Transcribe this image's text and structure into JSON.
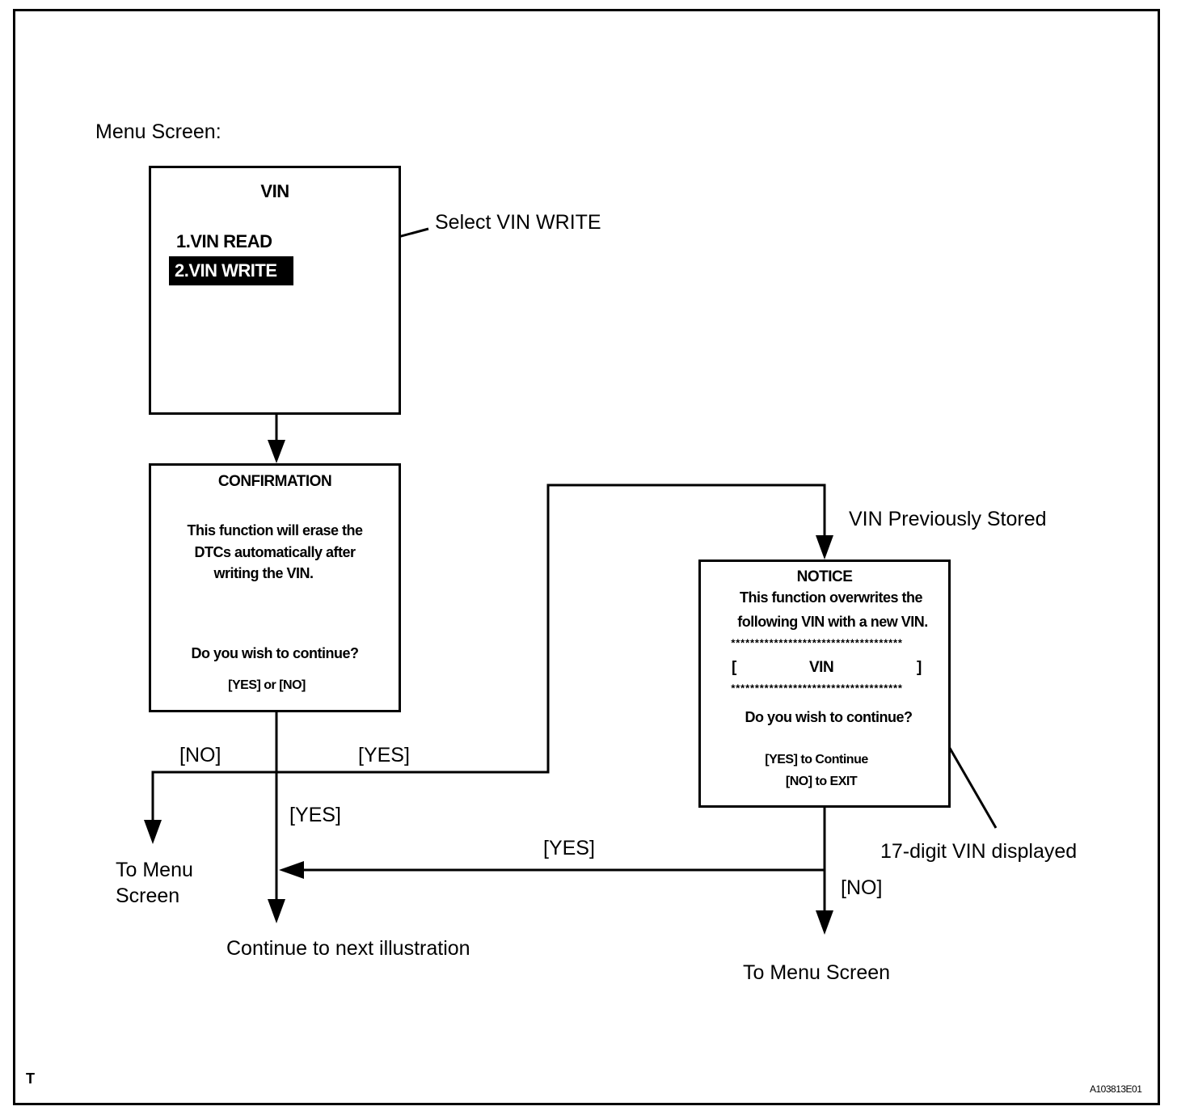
{
  "menu_label": "Menu Screen:",
  "vin_screen": {
    "title": "VIN",
    "item1": "1.VIN READ",
    "item2": "2.VIN WRITE"
  },
  "callout_select": "Select VIN WRITE",
  "confirmation": {
    "title": "CONFIRMATION",
    "line1": "This function will erase the",
    "line2": "DTCs automatically after",
    "line3": "writing the VIN.",
    "question": "Do you wish to continue?",
    "options": "[YES] or [NO]"
  },
  "vin_previously_stored": "VIN Previously Stored",
  "notice": {
    "title": "NOTICE",
    "line1": "This function overwrites the",
    "line2": "following VIN with a new VIN.",
    "stars": "************************************",
    "bracket_open": "[",
    "vin": "VIN",
    "bracket_close": "]",
    "question": "Do you wish to continue?",
    "yes_option": "[YES] to Continue",
    "no_option": "[NO] to EXIT"
  },
  "labels": {
    "no_left": "[NO]",
    "yes_top": "[YES]",
    "yes_down": "[YES]",
    "yes_return": "[YES]",
    "no_right": "[NO]"
  },
  "to_menu_left_1": "To Menu",
  "to_menu_left_2": "Screen",
  "continue_next": "Continue to next illustration",
  "to_menu_right": "To Menu Screen",
  "vin_displayed": "17-digit VIN displayed",
  "corner_letter": "T",
  "figure_id": "A103813E01"
}
